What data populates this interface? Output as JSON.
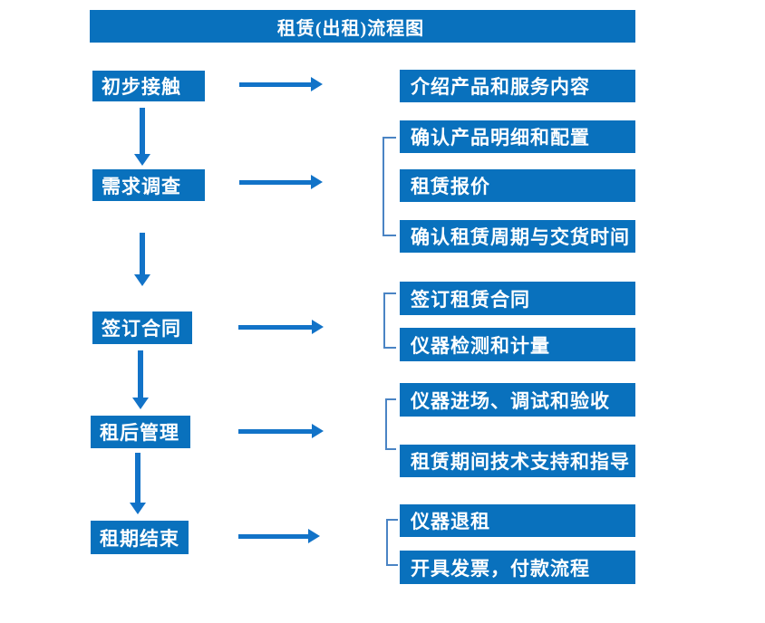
{
  "title": {
    "text": "租赁(出租)流程图"
  },
  "colors": {
    "primary_blue": "#0971BD",
    "arrow_blue": "#1273C8",
    "bracket_blue": "#4A84C4",
    "text_white": "#FFFFFF",
    "background": "#FFFFFF"
  },
  "steps": [
    {
      "label": "初步接触",
      "details": [
        "介绍产品和服务内容"
      ]
    },
    {
      "label": "需求调查",
      "details": [
        "确认产品明细和配置",
        "租赁报价",
        "确认租赁周期与交货时间"
      ]
    },
    {
      "label": "签订合同",
      "details": [
        "签订租赁合同",
        "仪器检测和计量"
      ]
    },
    {
      "label": "租后管理",
      "details": [
        "仪器进场、调试和验收",
        "租赁期间技术支持和指导"
      ]
    },
    {
      "label": "租期结束",
      "details": [
        "仪器退租",
        "开具发票，付款流程"
      ]
    }
  ]
}
